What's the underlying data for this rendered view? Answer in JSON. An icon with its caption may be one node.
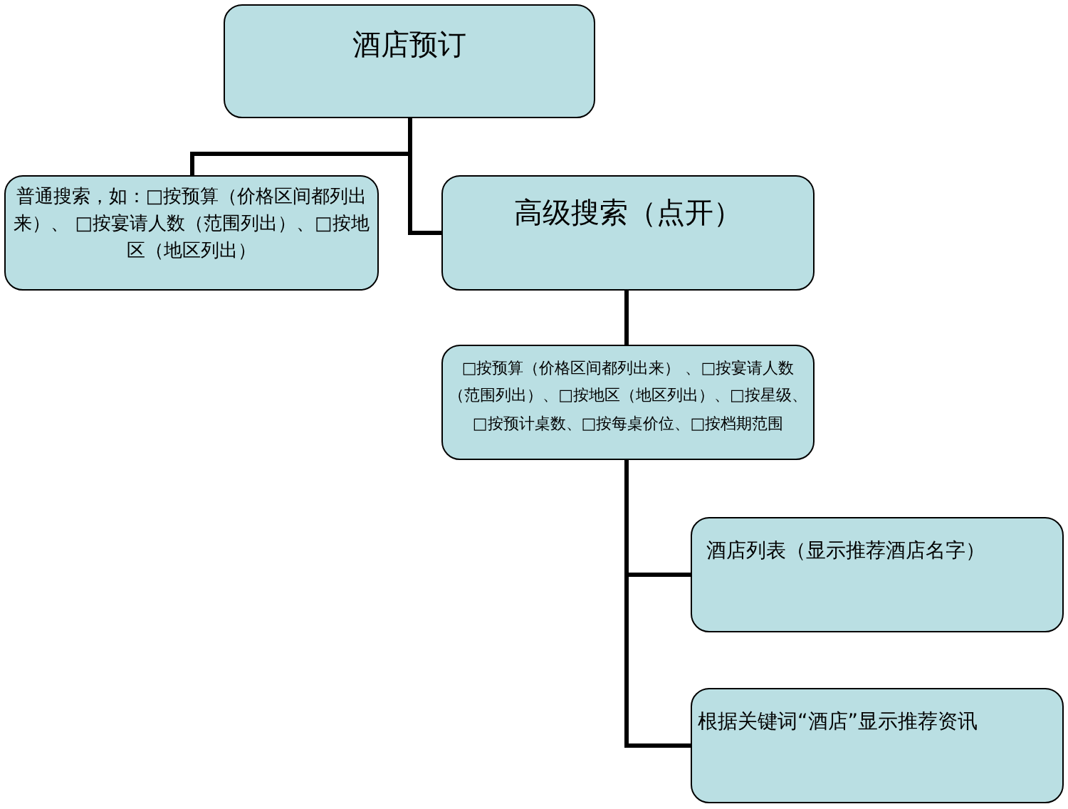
{
  "diagram": {
    "nodes": [
      {
        "text": [
          "酒店预订"
        ]
      },
      {
        "text": [
          "普通搜索，如：□按预算（价格区间都列出来）、 □按宴请人数（范围列出）、□按地区（地区列出）"
        ]
      },
      {
        "text": [
          "高级搜索（点开）"
        ]
      },
      {
        "text": [
          "□按预算（价格区间都列出来） 、□按宴请人数（范围列出）、□按地区（地区列出）、□按星级、□按预计桌数、□按每桌价位、□按档期范围"
        ]
      },
      {
        "text": [
          "酒店列表（显示推荐酒店名字）"
        ]
      },
      {
        "text": [
          "根据关键词“酒店”显示推荐资讯"
        ]
      }
    ],
    "edges": [
      {
        "from": 0,
        "to": 1,
        "arrow": "none"
      },
      {
        "from": 0,
        "to": 2,
        "arrow": "none"
      },
      {
        "from": 2,
        "to": 3,
        "arrow": "none"
      },
      {
        "from": 3,
        "to": 4,
        "arrow": "none"
      },
      {
        "from": 3,
        "to": 5,
        "arrow": "none"
      }
    ]
  }
}
